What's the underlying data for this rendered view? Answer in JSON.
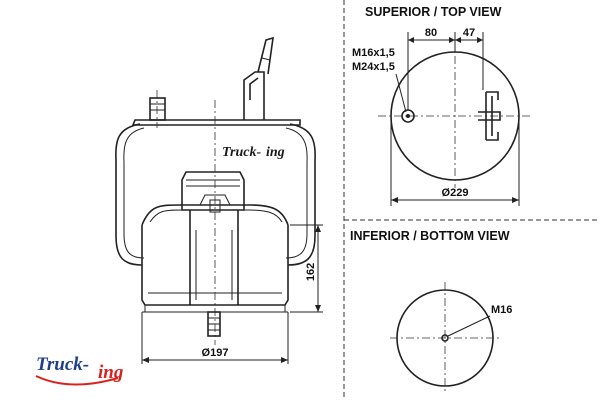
{
  "labels": {
    "top_view_title": "SUPERIOR / TOP VIEW",
    "bottom_view_title": "INFERIOR / BOTTOM VIEW",
    "thread_top_1": "M16x1,5",
    "thread_top_2": "M24x1,5",
    "dim_top_80": "80",
    "dim_top_47": "47",
    "dim_top_diameter": "Ø229",
    "thread_bottom": "M16",
    "dim_height": "162",
    "dim_piston_diameter": "Ø197"
  },
  "logo": {
    "brand": "Truck-",
    "brand_suffix": "ing"
  },
  "colors": {
    "line": "#222222",
    "logo_blue": "#1f3e8c",
    "logo_red": "#d9211d",
    "separator": "#333333"
  }
}
